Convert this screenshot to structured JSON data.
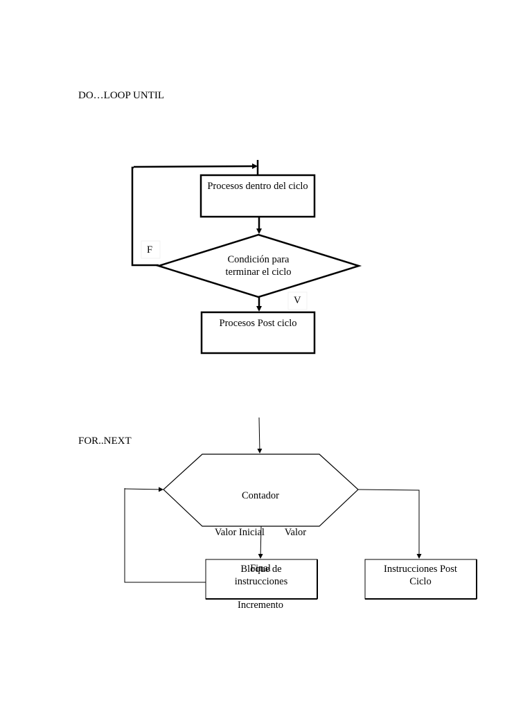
{
  "do_loop": {
    "title": "DO…LOOP UNTIL",
    "process_box": "Procesos dentro del ciclo",
    "condition": "Condición para terminar el ciclo",
    "false_label": "F",
    "true_label": "V",
    "post_box": "Procesos Post ciclo"
  },
  "for_next": {
    "title": "FOR..NEXT",
    "hexagon_line1": "Contador",
    "hexagon_line2": "Valor Inicial        Valor",
    "hexagon_line3": "Final",
    "hexagon_line4": "Incremento",
    "block_box": "Bloque de instrucciones",
    "post_box": "Instrucciones Post Ciclo"
  }
}
